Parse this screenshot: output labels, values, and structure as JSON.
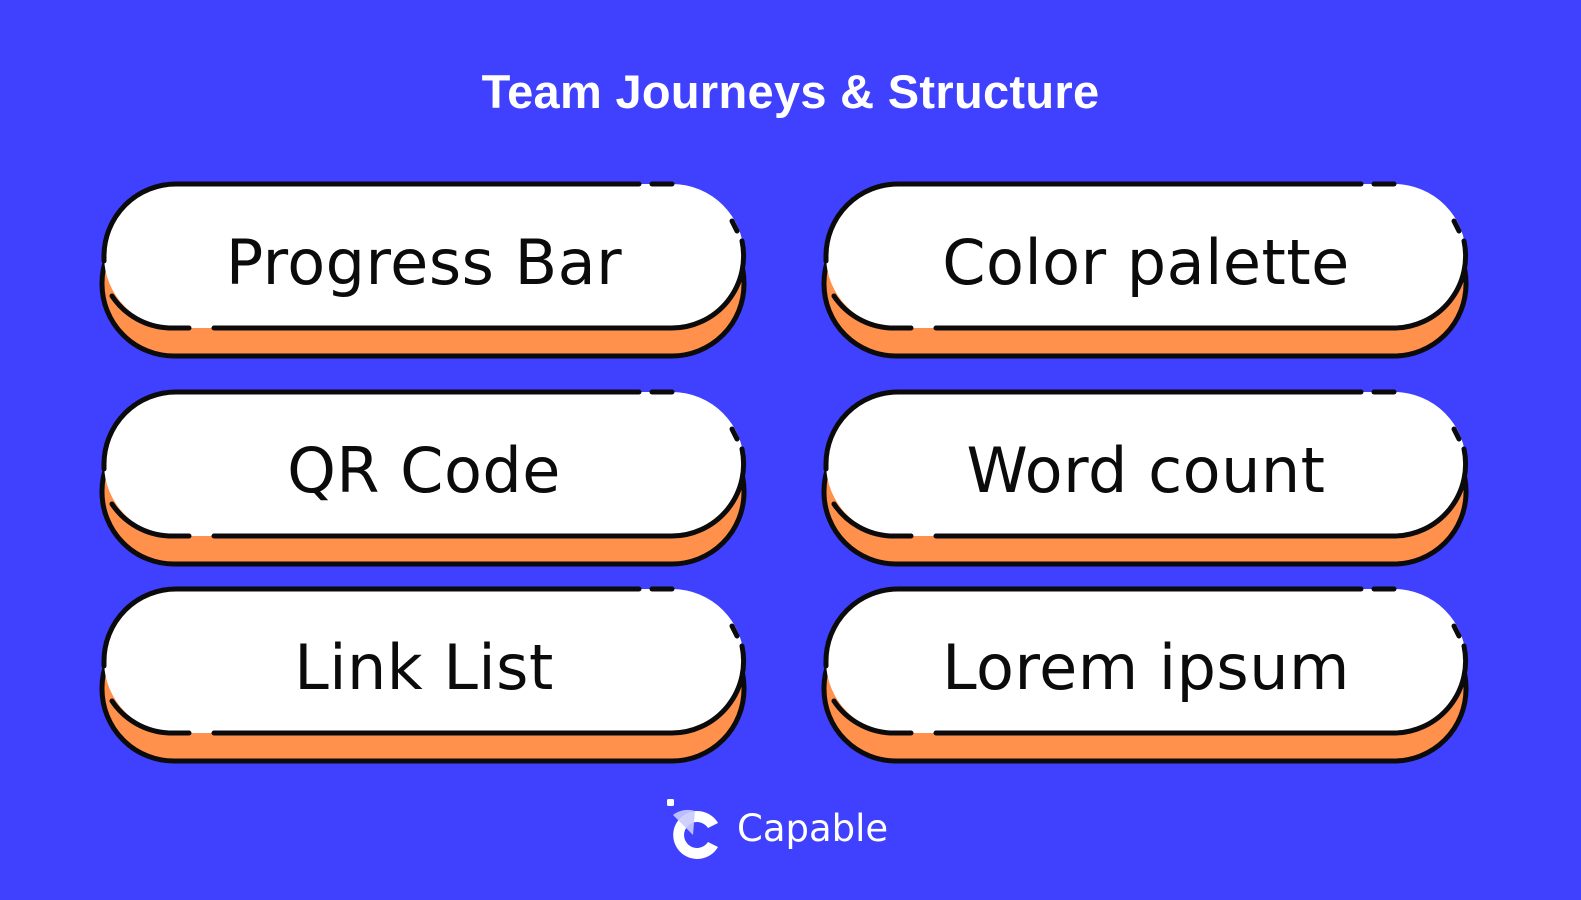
{
  "title": "Team Journeys & Structure",
  "colors": {
    "background": "#3f41fe",
    "card_fill": "#ffffff",
    "card_shadow": "#ff914d",
    "outline": "#0b0b0b",
    "title_text": "#ffffff"
  },
  "cards": [
    {
      "label": "Progress Bar"
    },
    {
      "label": "Color palette"
    },
    {
      "label": "QR Code"
    },
    {
      "label": "Word count"
    },
    {
      "label": "Link List"
    },
    {
      "label": "Lorem ipsum"
    }
  ],
  "brand": {
    "name": "Capable",
    "icon": "capable-logo-icon"
  }
}
